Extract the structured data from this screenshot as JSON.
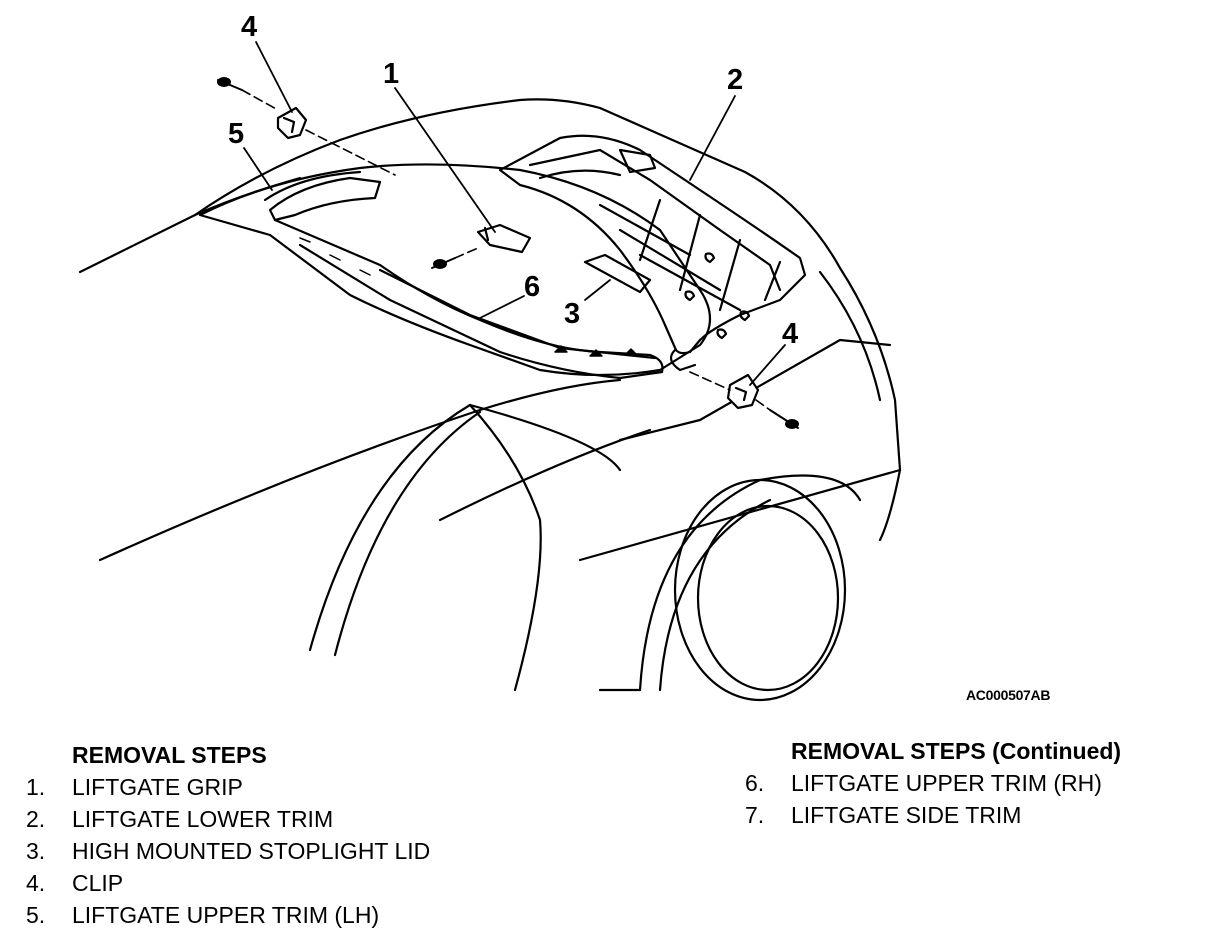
{
  "callouts": {
    "c1": "1",
    "c2": "2",
    "c3": "3",
    "c4a": "4",
    "c4b": "4",
    "c5": "5",
    "c6": "6"
  },
  "figure_id": "AC000507AB",
  "removal_left": {
    "heading": "REMOVAL STEPS",
    "steps": [
      {
        "num": "1.",
        "label": "LIFTGATE GRIP"
      },
      {
        "num": "2.",
        "label": "LIFTGATE LOWER TRIM"
      },
      {
        "num": "3.",
        "label": "HIGH MOUNTED STOPLIGHT LID"
      },
      {
        "num": "4.",
        "label": "CLIP"
      },
      {
        "num": "5.",
        "label": "LIFTGATE UPPER TRIM (LH)"
      }
    ]
  },
  "removal_right": {
    "heading": "REMOVAL STEPS (Continued)",
    "steps": [
      {
        "num": "6.",
        "label": "LIFTGATE UPPER TRIM (RH)"
      },
      {
        "num": "7.",
        "label": "LIFTGATE SIDE TRIM"
      }
    ]
  }
}
